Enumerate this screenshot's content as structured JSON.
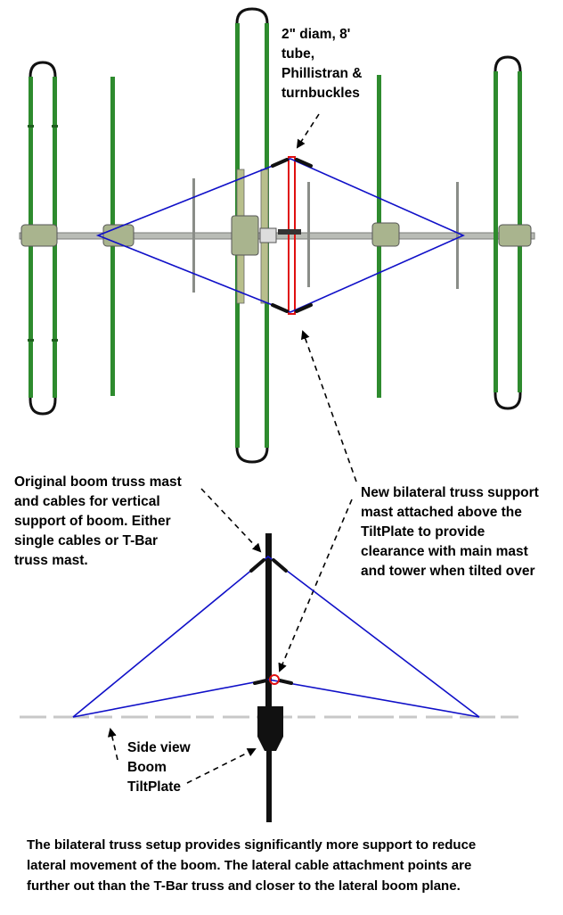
{
  "labels": {
    "tube": [
      "2\" diam, 8'",
      "tube,",
      "Phillistran &",
      "turnbuckles"
    ],
    "original_truss": [
      "Original boom truss mast",
      "and cables for vertical",
      "support of boom.  Either",
      "single cables or T-Bar",
      "truss mast."
    ],
    "new_truss": [
      "New bilateral truss support",
      "mast attached above the",
      "TiltPlate to provide",
      "clearance with main mast",
      "and tower when tilted over"
    ],
    "side_view": [
      "Side view",
      "Boom",
      "TiltPlate"
    ],
    "caption": [
      "The bilateral truss setup provides significantly more support to reduce",
      "lateral movement of the boom.   The lateral cable attachment points are",
      "further out than the T-Bar truss and closer to the lateral boom plane."
    ]
  },
  "colors": {
    "cable": "#1010c8",
    "element_green": "#2e8b2e",
    "element_dark": "#1f5e1f",
    "element_pale": "#b8bf8c",
    "clamp": "#a9b48e",
    "boom": "#b9bcb6",
    "mast": "#111111",
    "red": "#e01010",
    "ground": "#c8c8c8"
  }
}
